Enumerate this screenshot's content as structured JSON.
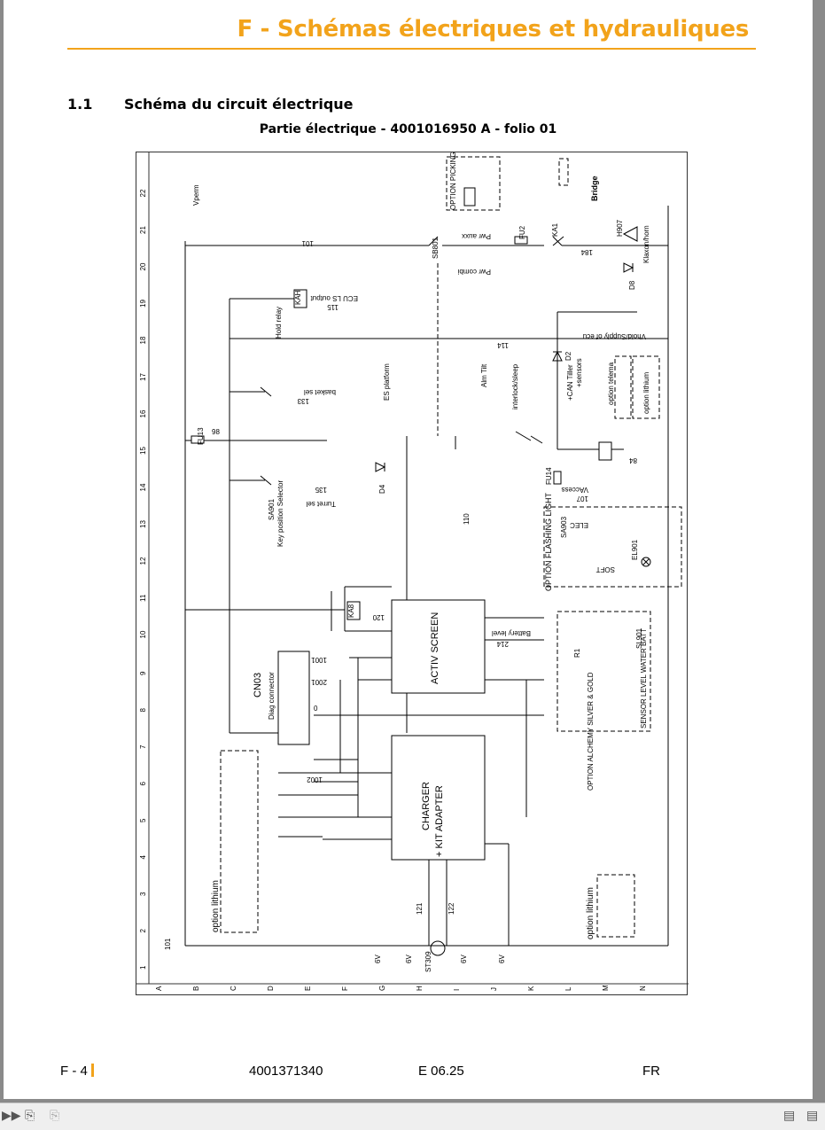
{
  "header": {
    "title": "F - Schémas électriques et hydrauliques"
  },
  "section": {
    "number": "1.1",
    "title": "Schéma du circuit électrique"
  },
  "subtitle": "Partie électrique  -  4001016950 A - folio 01",
  "footer": {
    "page": "F - 4",
    "doc_number": "4001371340",
    "edition": "E 06.25",
    "lang": "FR"
  },
  "colors": {
    "accent": "#f2a31b"
  },
  "diagram": {
    "row_labels": [
      "A",
      "B",
      "C",
      "D",
      "E",
      "F",
      "G",
      "H",
      "I",
      "J",
      "K",
      "L",
      "M",
      "N"
    ],
    "col_numbers": [
      "1",
      "2",
      "3",
      "4",
      "5",
      "6",
      "7",
      "8",
      "9",
      "10",
      "11",
      "12",
      "13",
      "14",
      "15",
      "16",
      "17",
      "18",
      "19",
      "20",
      "21",
      "22"
    ],
    "components": {
      "activ_screen": "ACTIV SCREEN",
      "charger": "CHARGER",
      "kit_adapter": "+ KIT ADAPTER",
      "diag_connector": "CN03",
      "diag_label": "Diag connector",
      "key_selector": "SA901",
      "key_selector_desc": "Key position Selector",
      "hold_relay": "KAH",
      "hold_relay_desc": "Hold relay",
      "ka8": "KA8",
      "ka1": "KA1",
      "fu13": "FU13",
      "fu14": "FU14",
      "fu2": "FU2",
      "d2": "D2",
      "d4": "D4",
      "d8": "D8",
      "sb801": "SB801",
      "st309": "ST309",
      "h907": "H907",
      "klaxon": "Klaxon/horn",
      "bridge": "Bridge",
      "option_picking": "OPTION PICKING",
      "option_flashing": "OPTION FLASHING LIGHT",
      "option_alchemy": "OPTION ALCHEMY SILVER & GOLD",
      "sensor_level": "SENSOR LEVEL WATER BATT",
      "option_lithium": "option lithium",
      "vperm": "Vperm",
      "vaccess": "VAccess",
      "vhold": "Vhold/Supply of ecu",
      "ecu_ls": "ECU LS output",
      "basket_sel": "basket sel",
      "turret_sel": "Turret sel",
      "es_platform": "ES platform",
      "battery_level": "Battery level",
      "can_tiller": "+CAN Tiller",
      "sensors": "+sensors",
      "option_telema": "option telema",
      "option_lithium_small": "option lithium",
      "pwr_aux": "Pwr auxx",
      "pwr_combi": "Pwr combi",
      "alm_tilt": "Alm Tilt",
      "interlock": "interlock/sleep",
      "sa903": "SA903",
      "elec": "ELEC",
      "soft": "SOFT",
      "el901": "EL901",
      "sl901": "SL901",
      "r1": "R1",
      "battery_v": "6V",
      "wire_101": "101",
      "wire_98": "98",
      "wire_0": "0",
      "wire_110": "110",
      "wire_1001": "1001",
      "wire_1002": "1002",
      "wire_2001": "2001",
      "wire_121": "121",
      "wire_122": "122",
      "wire_214": "214",
      "wire_184": "184",
      "wire_114": "114",
      "wire_115": "115",
      "wire_133": "133",
      "wire_135": "135",
      "wire_107": "107",
      "wire_84": "84",
      "wire_120": "120"
    }
  }
}
